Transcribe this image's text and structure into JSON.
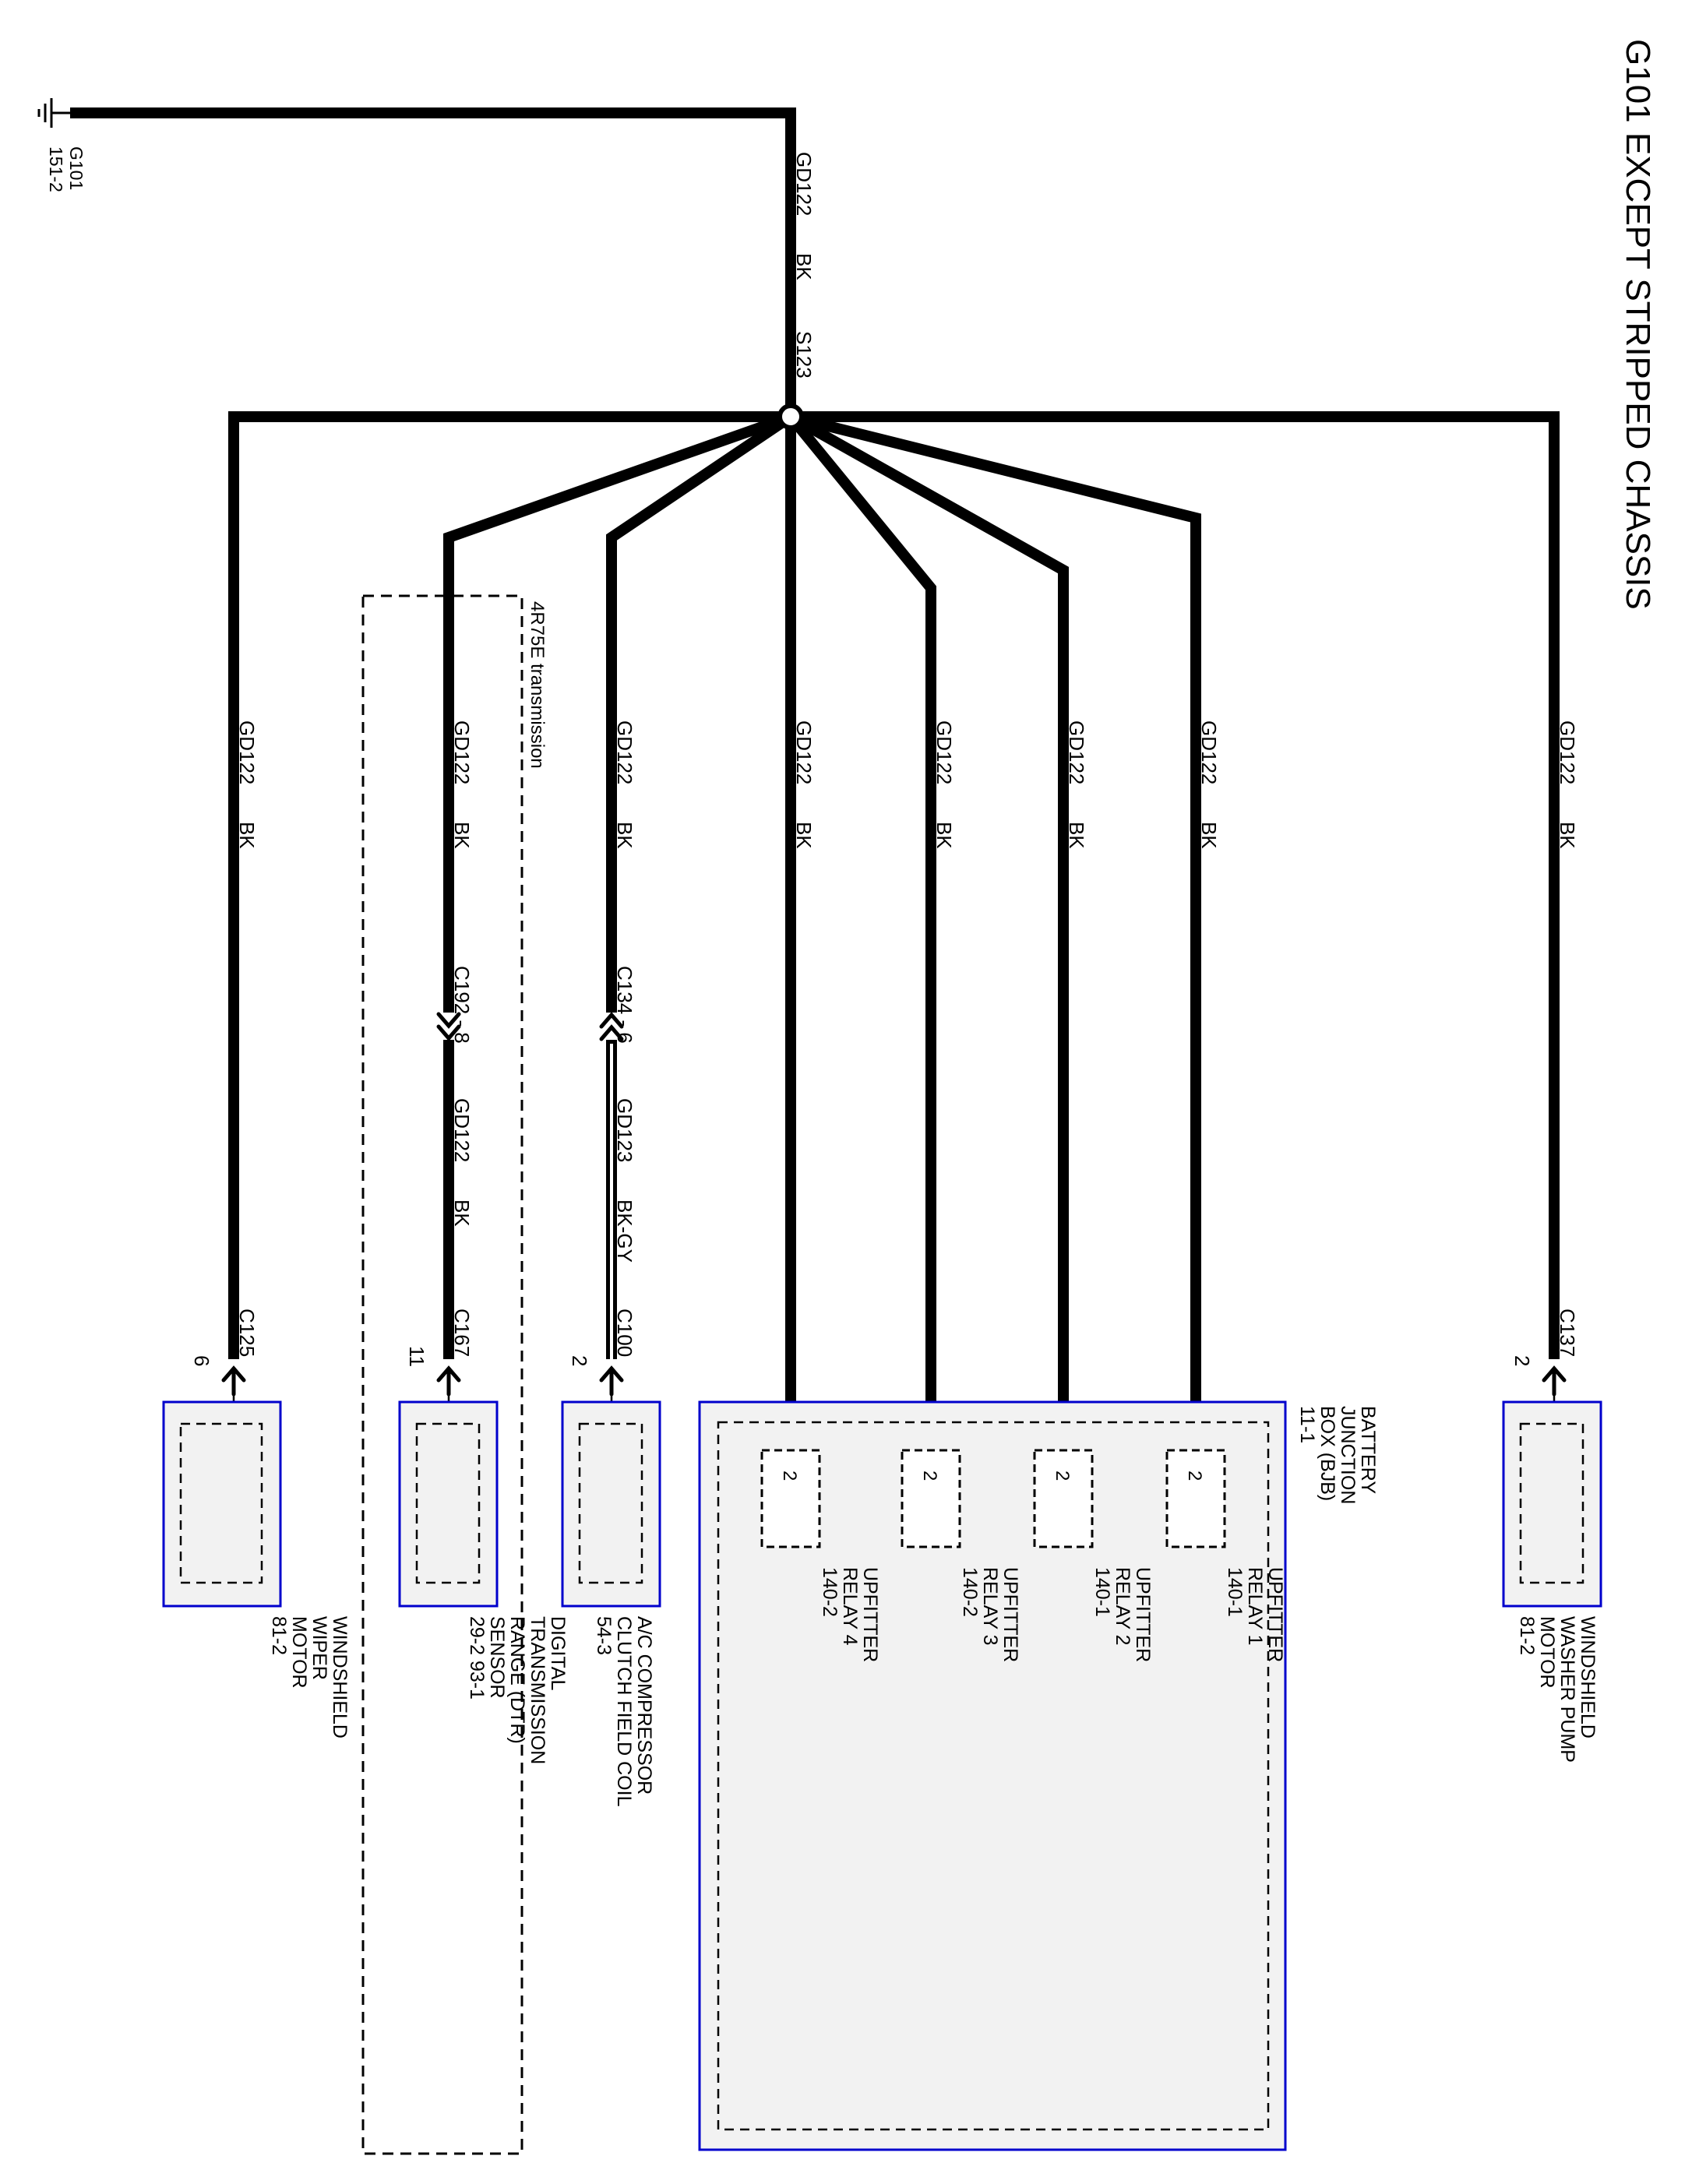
{
  "title": "G101 EXCEPT STRIPPED CHASSIS",
  "ground": {
    "name": "G101",
    "ref": "151-2"
  },
  "main_wire": {
    "circuit": "GD122",
    "color": "BK"
  },
  "splice": {
    "name": "S123"
  },
  "wire_labels": {
    "gd122": "GD122",
    "bk": "BK",
    "gd123": "GD123",
    "bkgy": "BK-GY"
  },
  "dashed_region": {
    "label": "4R75E transmission"
  },
  "connectors": {
    "c125": {
      "name": "C125",
      "pin": "6"
    },
    "c192": {
      "name": "C192 - 8"
    },
    "c167": {
      "name": "C167",
      "pin": "11"
    },
    "c134": {
      "name": "C134 - 6"
    },
    "c100": {
      "name": "C100",
      "pin": "2"
    },
    "c137": {
      "name": "C137",
      "pin": "2"
    }
  },
  "components": {
    "wiper": {
      "lines": [
        "WINDSHIELD",
        "WIPER",
        "MOTOR",
        "81-2"
      ]
    },
    "dtr": {
      "lines": [
        "DIGITAL",
        "TRANSMISSION",
        "RANGE (DTR)",
        "SENSOR",
        "29-2    93-1"
      ]
    },
    "ac": {
      "lines": [
        "A/C COMPRESSOR",
        "CLUTCH FIELD COIL",
        "54-3"
      ]
    },
    "bjb": {
      "lines": [
        "BATTERY",
        "JUNCTION",
        "BOX (BJB)",
        "11-1"
      ]
    },
    "washer": {
      "lines": [
        "WINDSHIELD",
        "WASHER PUMP",
        "MOTOR",
        "81-2"
      ]
    }
  },
  "relays": [
    {
      "pin": "2",
      "lines": [
        "UPFITTER",
        "RELAY 4",
        "140-2"
      ]
    },
    {
      "pin": "2",
      "lines": [
        "UPFITTER",
        "RELAY 3",
        "140-2"
      ]
    },
    {
      "pin": "2",
      "lines": [
        "UPFITTER",
        "RELAY 2",
        "140-1"
      ]
    },
    {
      "pin": "2",
      "lines": [
        "UPFITTER",
        "RELAY 1",
        "140-1"
      ]
    }
  ]
}
